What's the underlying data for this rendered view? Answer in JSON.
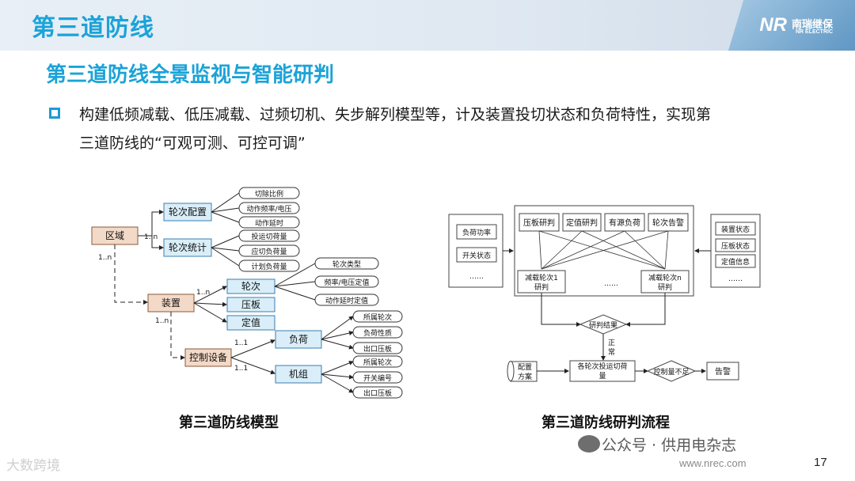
{
  "header": {
    "title": "第三道防线",
    "logo_mark": "NR",
    "logo_cn": "南瑞继保",
    "logo_en": "NR ELECTRIC"
  },
  "subtitle": "第三道防线全景监视与智能研判",
  "bullet": {
    "line1": "构建低频减载、低压减载、过频切机、失步解列模型等，计及装置投切状态和负荷特性，实现第",
    "line2": "三道防线的“可观可测、可控可调”"
  },
  "model": {
    "caption": "第三道防线模型",
    "region": "区域",
    "round_config": "轮次配置",
    "round_stats": "轮次统计",
    "config_items": [
      "切除比例",
      "动作频率/电压",
      "动作延时"
    ],
    "stats_items": [
      "投运切荷量",
      "应切负荷量",
      "计划负荷量"
    ],
    "device": "装置",
    "device_children": [
      "轮次",
      "压板",
      "定值"
    ],
    "round_items": [
      "轮次类型",
      "频率/电压定值",
      "动作延时定值"
    ],
    "control_device": "控制设备",
    "load": "负荷",
    "unit": "机组",
    "load_items": [
      "所属轮次",
      "负荷性质",
      "出口压板"
    ],
    "unit_items": [
      "所属轮次",
      "开关编号",
      "出口压板"
    ],
    "mult_1n_a": "1..n",
    "mult_1n_b": "1..n",
    "mult_1n_c": "1..n",
    "mult_1n_d": "1..n",
    "mult_11_a": "1..1",
    "mult_11_b": "1..1"
  },
  "flow": {
    "caption": "第三道防线研判流程",
    "left_inputs": [
      "负荷功率",
      "开关状态",
      "……"
    ],
    "right_inputs": [
      "装置状态",
      "压板状态",
      "定值信息",
      "……"
    ],
    "judges": [
      "压板研判",
      "定值研判",
      "有源负荷",
      "轮次告警"
    ],
    "round1": [
      "减载轮次1",
      "研判"
    ],
    "roundn": [
      "减载轮次n",
      "研判"
    ],
    "ellipsis": "……",
    "result": "研判结果",
    "normal": [
      "正",
      "常"
    ],
    "config_plan": [
      "配置",
      "方案"
    ],
    "round_load": [
      "各轮次投运切荷",
      "量"
    ],
    "insufficient": "控制量不足",
    "alarm": "告警"
  },
  "footer": {
    "watermark_left": "大数跨境",
    "watermark_right": "公众号 · 供用电杂志",
    "url": "www.nrec.com",
    "page": "17"
  },
  "colors": {
    "title_blue": "#1ba3d8",
    "node_fill": "#d9eef8",
    "node_border": "#3a7fb0",
    "root_fill": "#f3d9c7",
    "root_border": "#8a5a3a"
  }
}
